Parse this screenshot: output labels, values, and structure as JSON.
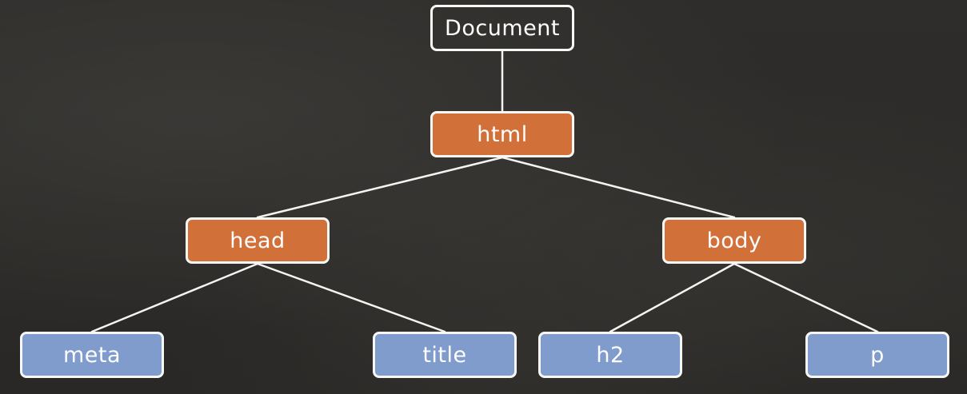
{
  "diagram": {
    "nodes": [
      {
        "id": "document",
        "label": "Document",
        "kind": "root"
      },
      {
        "id": "html",
        "label": "html",
        "kind": "element"
      },
      {
        "id": "head",
        "label": "head",
        "kind": "element"
      },
      {
        "id": "body",
        "label": "body",
        "kind": "element"
      },
      {
        "id": "meta",
        "label": "meta",
        "kind": "leaf"
      },
      {
        "id": "title",
        "label": "title",
        "kind": "leaf"
      },
      {
        "id": "h2",
        "label": "h2",
        "kind": "leaf"
      },
      {
        "id": "p",
        "label": "p",
        "kind": "leaf"
      }
    ],
    "edges": [
      {
        "from": "document",
        "to": "html"
      },
      {
        "from": "html",
        "to": "head"
      },
      {
        "from": "html",
        "to": "body"
      },
      {
        "from": "head",
        "to": "meta"
      },
      {
        "from": "head",
        "to": "title"
      },
      {
        "from": "body",
        "to": "h2"
      },
      {
        "from": "body",
        "to": "p"
      }
    ],
    "colors": {
      "background": "#2b2a28",
      "element_fill": "#d2703a",
      "leaf_fill": "#7f9ccd",
      "border": "#f7f7f5",
      "line": "#f4f4f2"
    }
  }
}
